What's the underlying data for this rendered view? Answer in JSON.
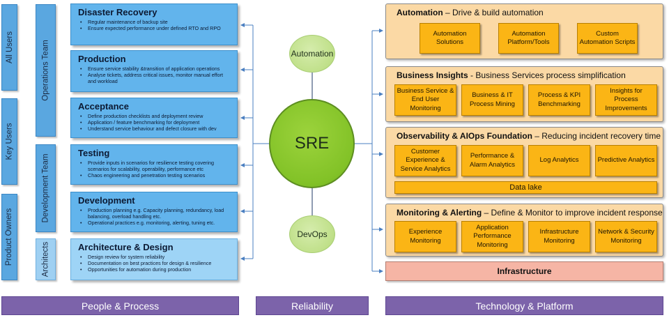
{
  "side_labels": {
    "all_users": "All Users",
    "key_users": "Key Users",
    "product_owners": "Product Owners",
    "operations_team": "Operations Team",
    "development_team": "Development Team",
    "architects": "Architects"
  },
  "process_boxes": [
    {
      "title": "Disaster Recovery",
      "bullets": [
        "Regular maintenance of backup site",
        "Ensure expected performance under defined RTO and RPO"
      ]
    },
    {
      "title": "Production",
      "bullets": [
        "Ensure service stability &transition of application operations",
        "Analyse tickets, address critical issues, monitor manual effort and workload"
      ]
    },
    {
      "title": "Acceptance",
      "bullets": [
        "Define production checklists and deployment review",
        "Application / feature benchmarking for deployment",
        "Understand service behaviour and defect closure with dev"
      ]
    },
    {
      "title": "Testing",
      "bullets": [
        "Provide inputs in scenarios for resilience testing covering scenarios for scalability, operability, performance etc",
        "Chaos engineering and penetration testing scenarios"
      ]
    },
    {
      "title": "Development",
      "bullets": [
        "Production planning e.g. Capacity planning, redundancy, load balancing, overload handling etc.",
        "Operational practices e.g. monitoring, alerting, tuning etc."
      ]
    },
    {
      "title": "Architecture & Design",
      "bullets": [
        "Design review for system reliability",
        "Documentation on best practices for design & resilience",
        "Opportunities for automation during production"
      ]
    }
  ],
  "center": {
    "top": "Automation",
    "main": "SRE",
    "bottom": "DevOps"
  },
  "groups": [
    {
      "title_bold": "Automation",
      "title_rest": " – Drive & build automation",
      "items": [
        "Automation Solutions",
        "Automation Platform/Tools",
        "Custom Automation Scripts"
      ]
    },
    {
      "title_bold": "Business Insights",
      "title_rest": " - Business Services process simplification",
      "items": [
        "Business Service & End User Monitoring",
        "Business & IT Process Mining",
        "Process & KPI Benchmarking",
        "Insights for Process Improvements"
      ]
    },
    {
      "title_bold": "Observability & AIOps Foundation",
      "title_rest": "  – Reducing incident recovery time",
      "items": [
        "Customer Experience & Service Analytics",
        "Performance & Alarm Analytics",
        "Log Analytics",
        "Predictive Analytics"
      ],
      "footer": "Data lake"
    },
    {
      "title_bold": "Monitoring & Alerting",
      "title_rest": " – Define & Monitor to improve incident response",
      "items": [
        "Experience Monitoring",
        "Application Performance Monitoring",
        "Infrastructure Monitoring",
        "Network & Security Monitoring"
      ]
    }
  ],
  "infrastructure": "Infrastructure",
  "footer_bars": [
    "People & Process",
    "Reliability",
    "Technology & Platform"
  ],
  "colors": {
    "blue_box": "#62b4ec",
    "orange_card": "#fbb515",
    "group_bg": "#fbd9a5",
    "purple_bar": "#7c63aa",
    "green_circle": "#82c227",
    "infra_bg": "#f6b5a5"
  }
}
